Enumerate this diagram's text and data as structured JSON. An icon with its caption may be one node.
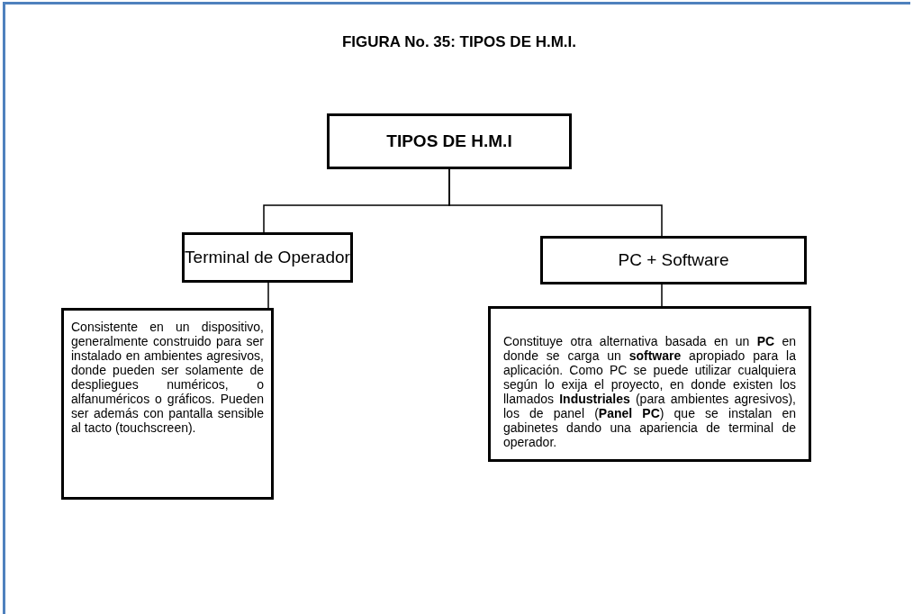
{
  "diagram": {
    "title": "FIGURA No. 35: TIPOS DE H.M.I.",
    "nodes": [
      {
        "text": [
          "TIPOS DE H.M.I"
        ]
      },
      {
        "text": [
          "Terminal de Operador"
        ]
      },
      {
        "text": [
          "PC + Software"
        ]
      },
      {
        "text": [
          "Consistente en un dispositivo, generalmente construido para ser instalado en ambientes agresivos, donde pueden ser solamente de despliegues numéricos, o alfanuméricos o gráficos. Pueden ser además con pantalla sensible al tacto (touchscreen)."
        ]
      },
      {
        "text": [
          "Constituye otra alternativa basada en un **PC** en donde se carga un **software** apropiado para la aplicación. Como PC se puede utilizar cualquiera según lo exija el proyecto, en donde existen los llamados **Industriales** (para ambientes agresivos), los de panel (**Panel PC**) que se instalan en gabinetes dando una apariencia de terminal de operador."
        ]
      }
    ],
    "edges": [
      {
        "from": 0,
        "to": 1,
        "arrow": "none"
      },
      {
        "from": 0,
        "to": 2,
        "arrow": "none"
      },
      {
        "from": 1,
        "to": 3,
        "arrow": "none"
      },
      {
        "from": 2,
        "to": 4,
        "arrow": "none"
      }
    ]
  }
}
